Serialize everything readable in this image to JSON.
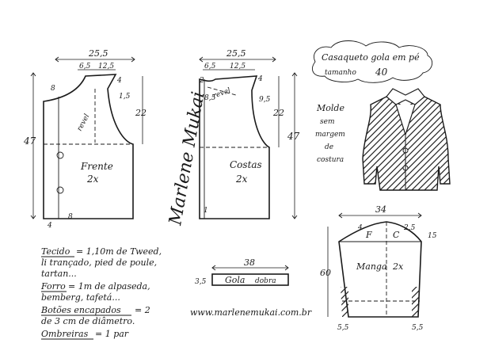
{
  "title": {
    "line1": "Casaqueto gola em pé",
    "line2": "tamanho",
    "size": "40"
  },
  "note": {
    "line1": "Molde",
    "line2": "sem",
    "line3": "margem",
    "line4": "de",
    "line5": "costura"
  },
  "front": {
    "label": "Frente",
    "qty": "2x",
    "grain": "revel",
    "width": "25,5",
    "neck": "6,5",
    "shoulder": "12,5",
    "drop": "4",
    "armhole": "1,5",
    "side": "22",
    "length": "47",
    "top": "8",
    "hem_left": "4",
    "hem_right": "8"
  },
  "back": {
    "label": "Costas",
    "qty": "2x",
    "grain": "revel",
    "width": "25,5",
    "neck": "6,5",
    "shoulder": "12,5",
    "drop": "4",
    "armhole": "9,5",
    "side": "22",
    "length": "47",
    "top": "2",
    "fold": "8,5",
    "hem": "1"
  },
  "collar": {
    "label": "Gola",
    "fold_note": "dobra",
    "width": "38",
    "height": "3,5"
  },
  "sleeve": {
    "label": "Manga",
    "qty": "2x",
    "width": "34",
    "length": "60",
    "f": "F",
    "c": "C",
    "cap_left": "4",
    "cap_right": "2,5",
    "right_side": "15",
    "cuff_left": "5,5",
    "cuff_right": "5,5"
  },
  "materials": {
    "tecido_label": "Tecido",
    "tecido": "= 1,10m de Tweed,",
    "tecido2": "li trançado, pied de poule,",
    "tecido3": "tartan...",
    "forro_label": "Forro",
    "forro": "= 1m de alpaseda,",
    "forro2": "bemberg, tafetá...",
    "botoes_label": "Botões encapados",
    "botoes": "= 2",
    "botoes2": "de 3 cm de diâmetro.",
    "ombreiras_label": "Ombreiras",
    "ombreiras": "= 1 par"
  },
  "signature": "Marlene Mukai",
  "website": "www.marlenemukai.com.br"
}
